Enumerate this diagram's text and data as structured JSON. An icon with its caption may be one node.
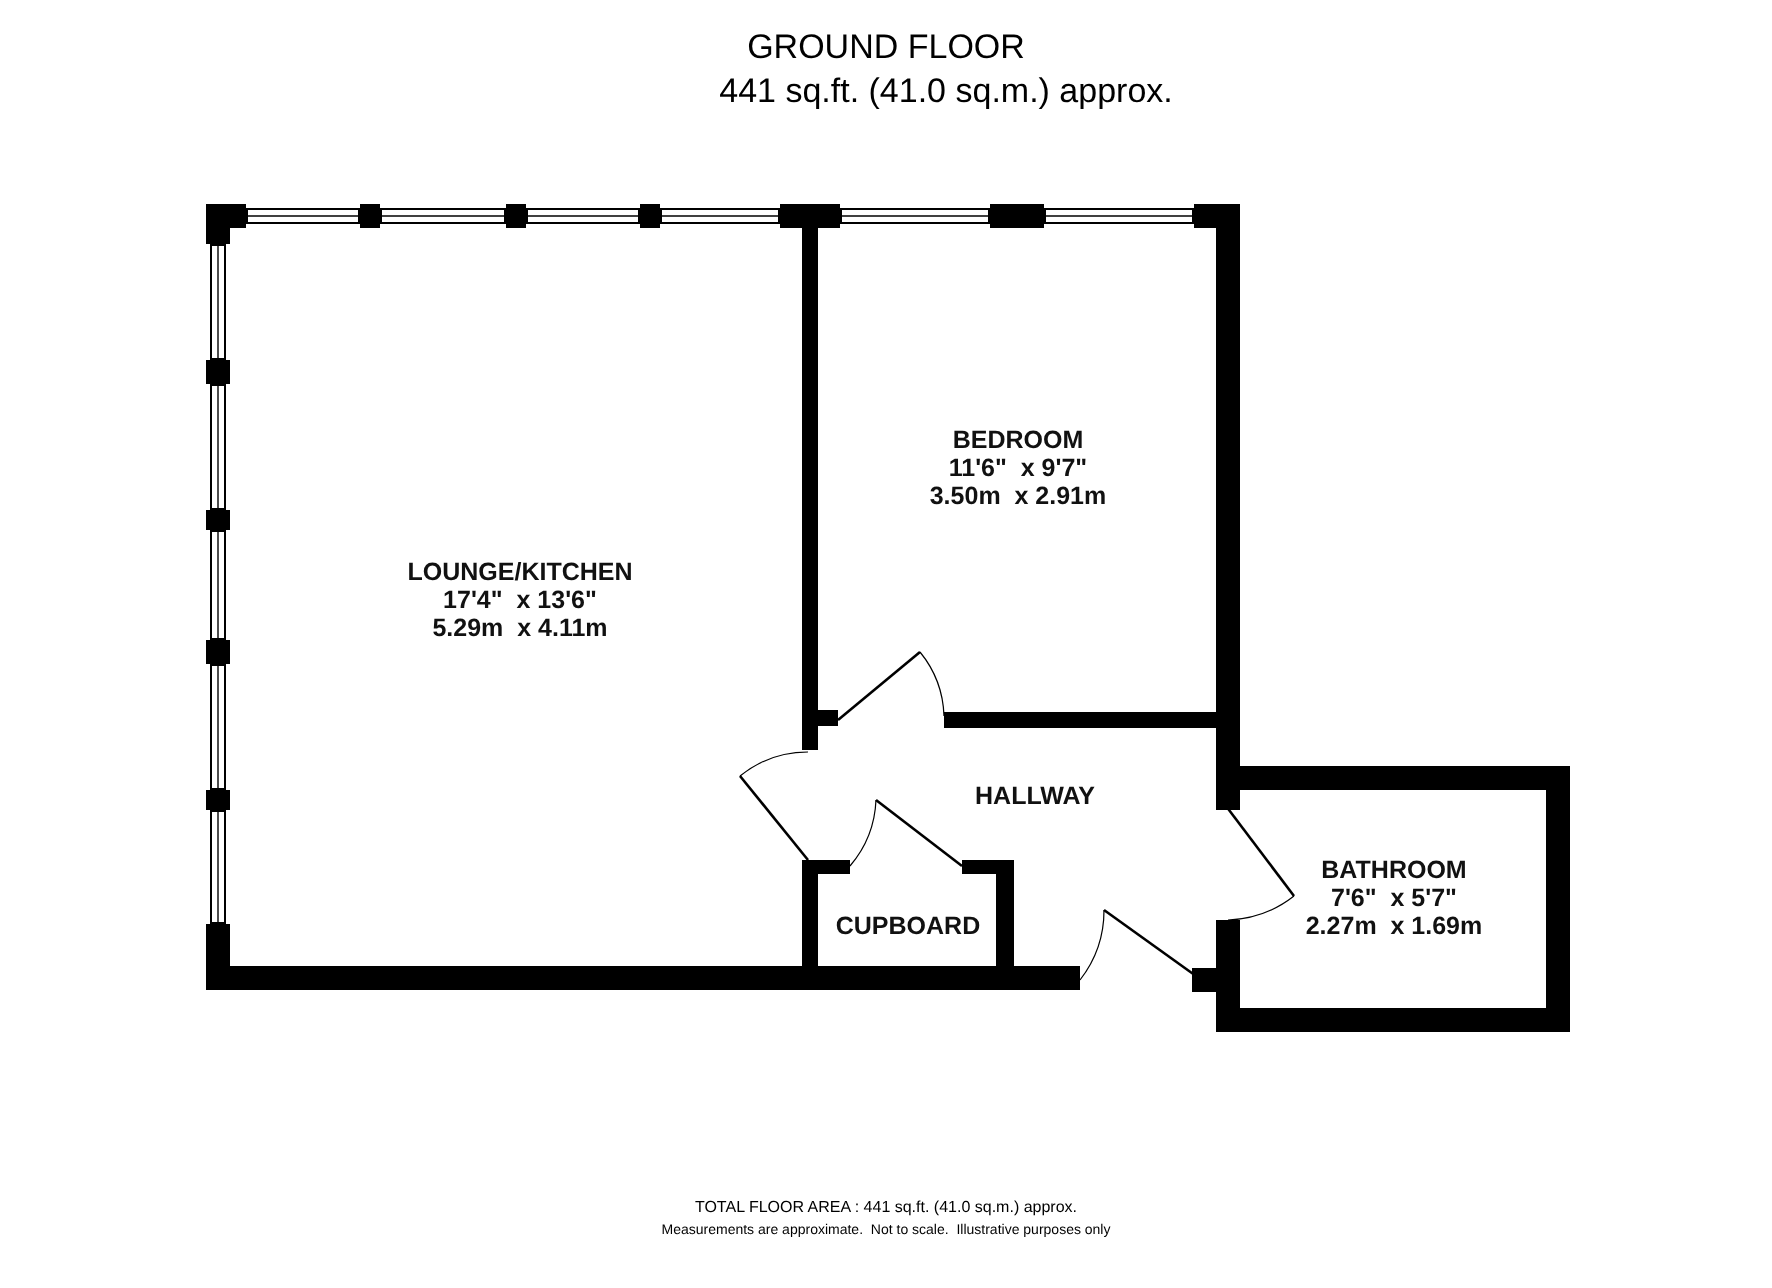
{
  "diagram": {
    "title": "GROUND FLOOR",
    "nodes": [
      {
        "text": [
          "LOUNGE/KITCHEN",
          "17'4\"  x 13'6\"",
          "5.29m  x 4.11m"
        ]
      },
      {
        "text": [
          "BEDROOM",
          "11'6\"  x 9'7\"",
          "3.50m  x 2.91m"
        ]
      },
      {
        "text": [
          "HALLWAY"
        ]
      },
      {
        "text": [
          "CUPBOARD"
        ]
      },
      {
        "text": [
          "BATHROOM",
          "7'6\"  x 5'7\"",
          "2.27m  x 1.69m"
        ]
      }
    ],
    "edges": [],
    "labels": [
      "441 sq.ft. (41.0 sq.m.) approx.",
      "TOTAL FLOOR AREA : 441 sq.ft. (41.0 sq.m.) approx.",
      "Measurements are approximate.  Not to scale.  Illustrative purposes only"
    ]
  }
}
